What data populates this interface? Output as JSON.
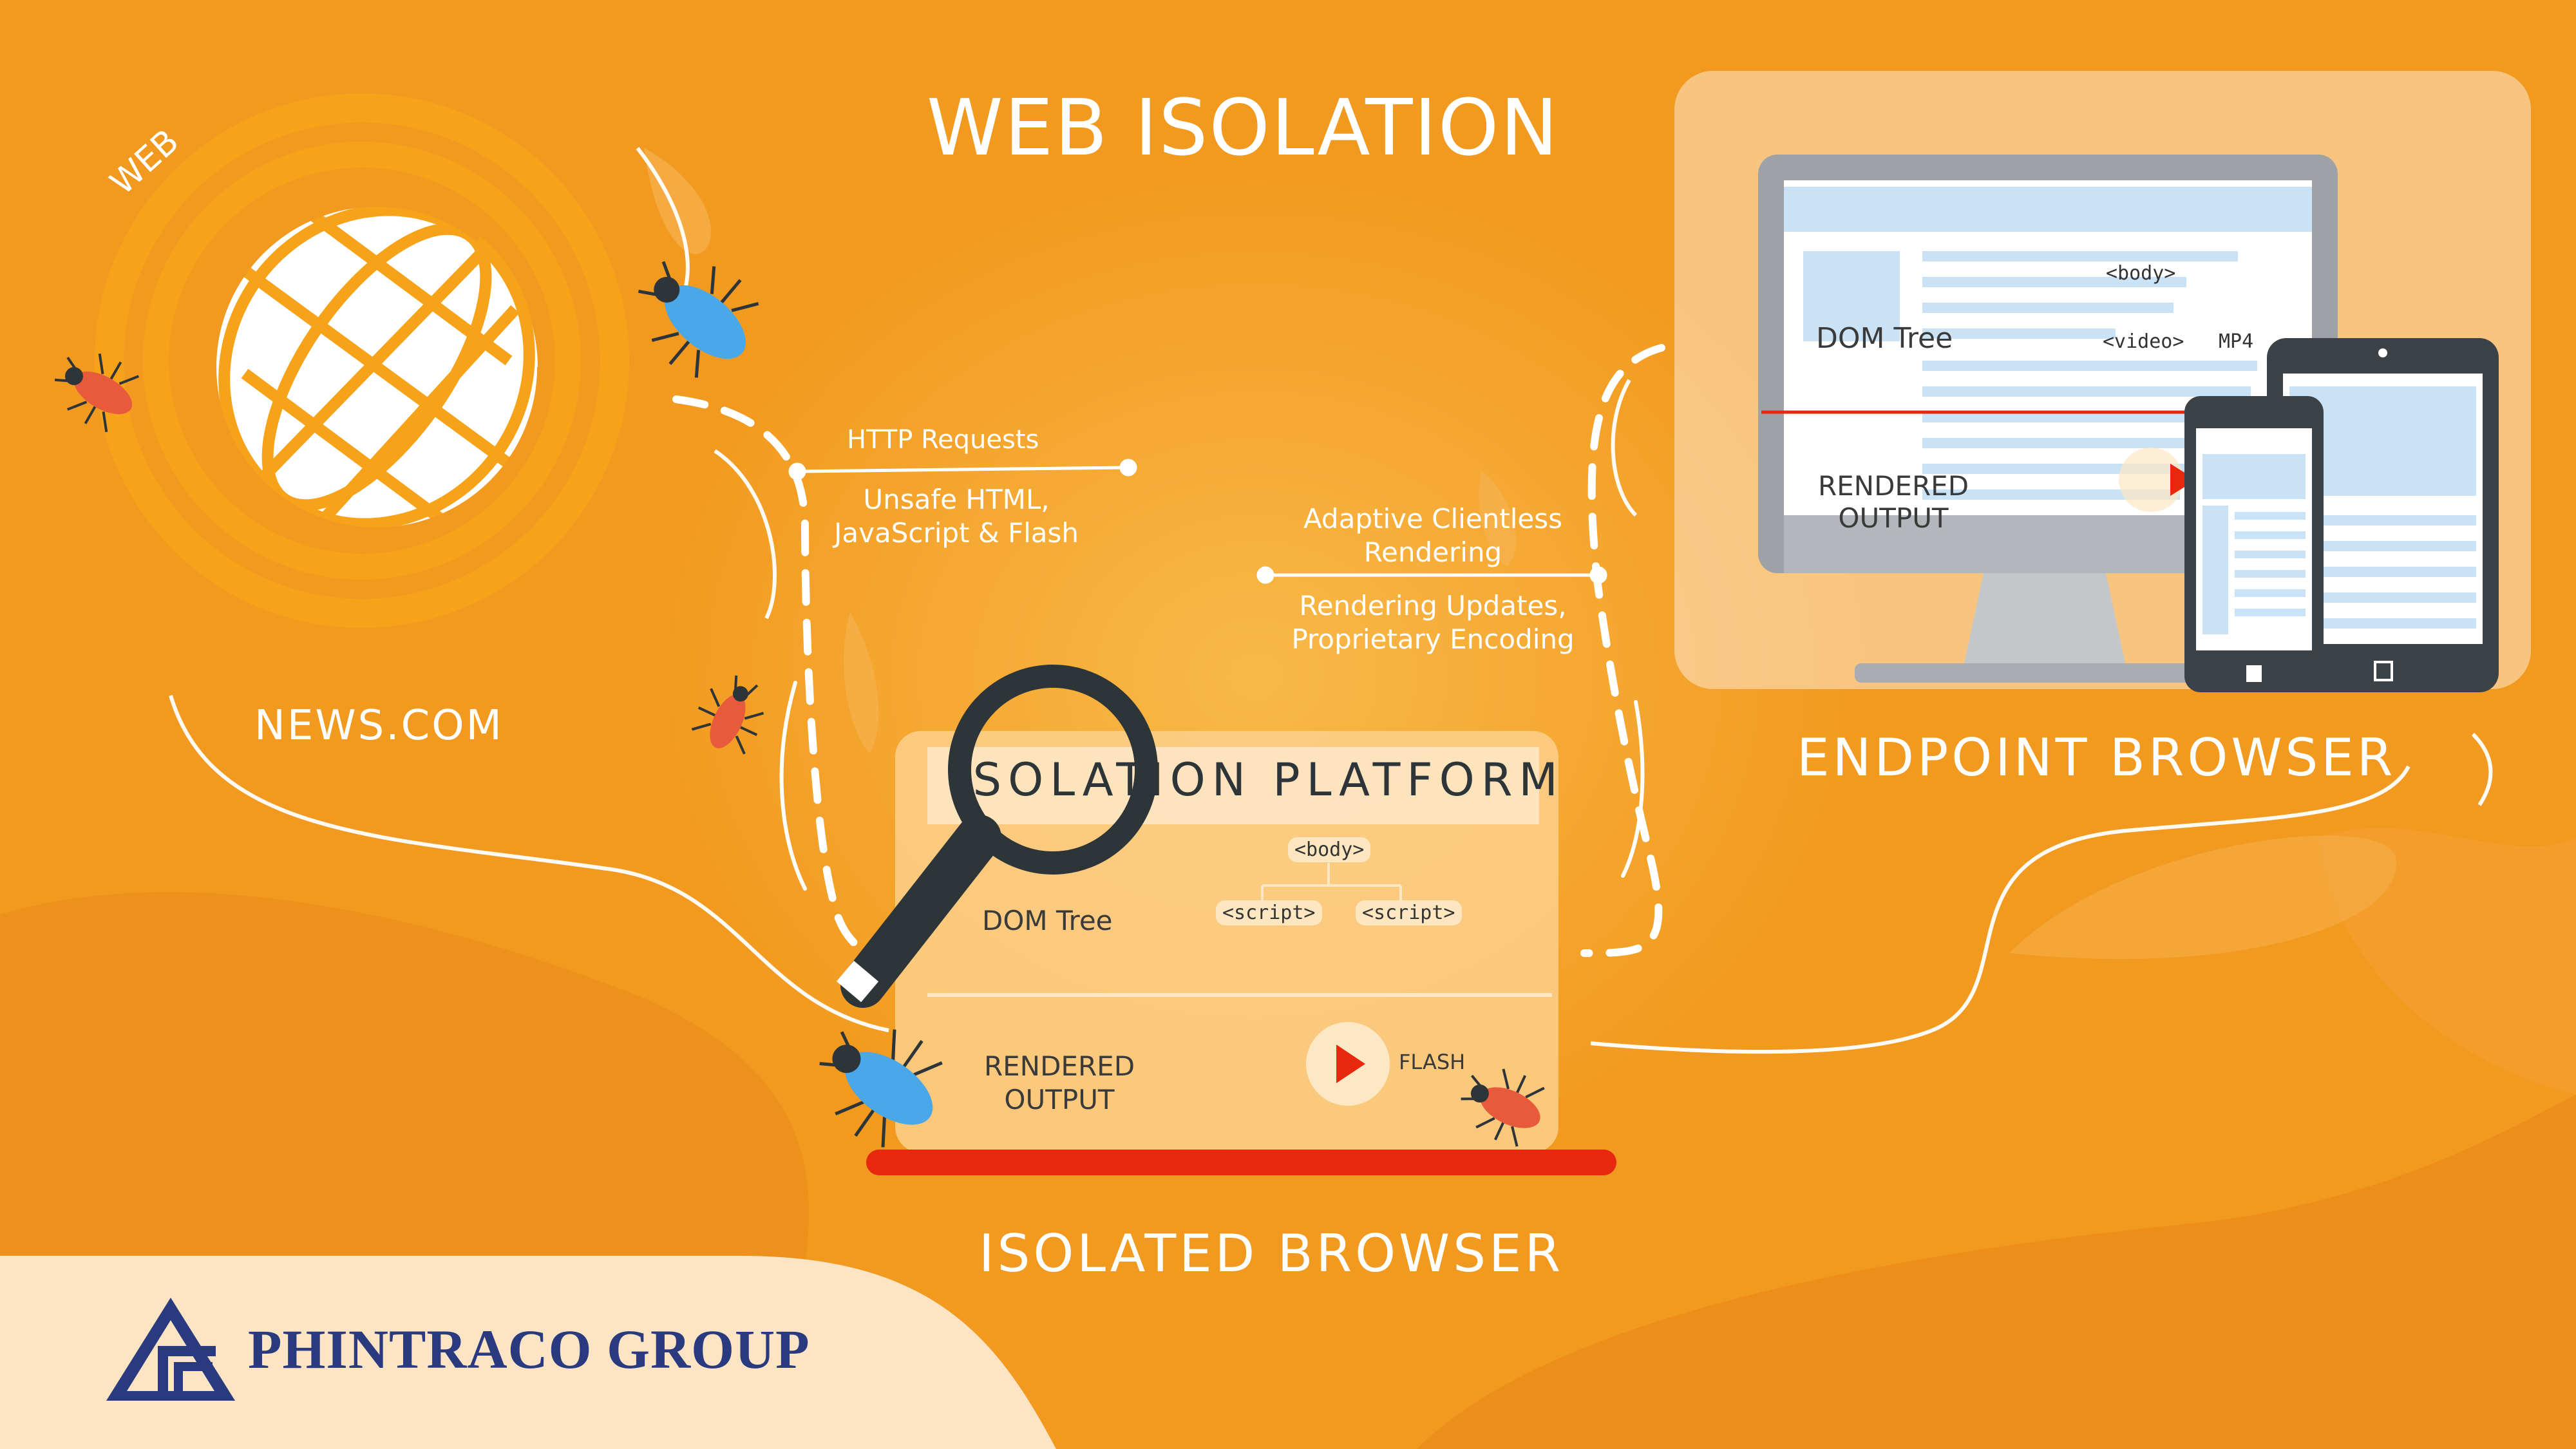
{
  "title": "WEB ISOLATION",
  "web_server": {
    "ring_label": "WEB",
    "site": "NEWS.COM"
  },
  "connections": {
    "http_requests": "HTTP Requests",
    "unsafe_content": "Unsafe HTML, JavaScript & Flash",
    "adaptive_rendering": "Adaptive Clientless Rendering",
    "rendering_updates": "Rendering Updates, Proprietary Encoding"
  },
  "isolation_platform": {
    "title": "ISOLATION PLATFORM",
    "dom_tree_label": "DOM Tree",
    "body_tag": "<body>",
    "script_tags": [
      "<script>",
      "<script>"
    ],
    "rendered_output": "RENDERED OUTPUT",
    "flash_label": "FLASH",
    "caption": "ISOLATED BROWSER"
  },
  "endpoint": {
    "dom_tree_label": "DOM Tree",
    "body_tag": "<body>",
    "video_tag": "<video>",
    "mp4_label": "MP4",
    "rendered_output": "RENDERED OUTPUT",
    "caption": "ENDPOINT BROWSER"
  },
  "brand": {
    "name": "PHINTRACO GROUP",
    "color": "#2a3a7e"
  },
  "colors": {
    "background": "#f29a1f",
    "globe": "#f7a21a",
    "accent_red": "#e8280e",
    "bug_blue": "#4aa7e8",
    "bug_red": "#e85a3c"
  },
  "icons": [
    "globe-icon",
    "magnifier-icon",
    "bug-icon",
    "play-icon",
    "monitor-icon",
    "tablet-icon",
    "phone-icon"
  ]
}
